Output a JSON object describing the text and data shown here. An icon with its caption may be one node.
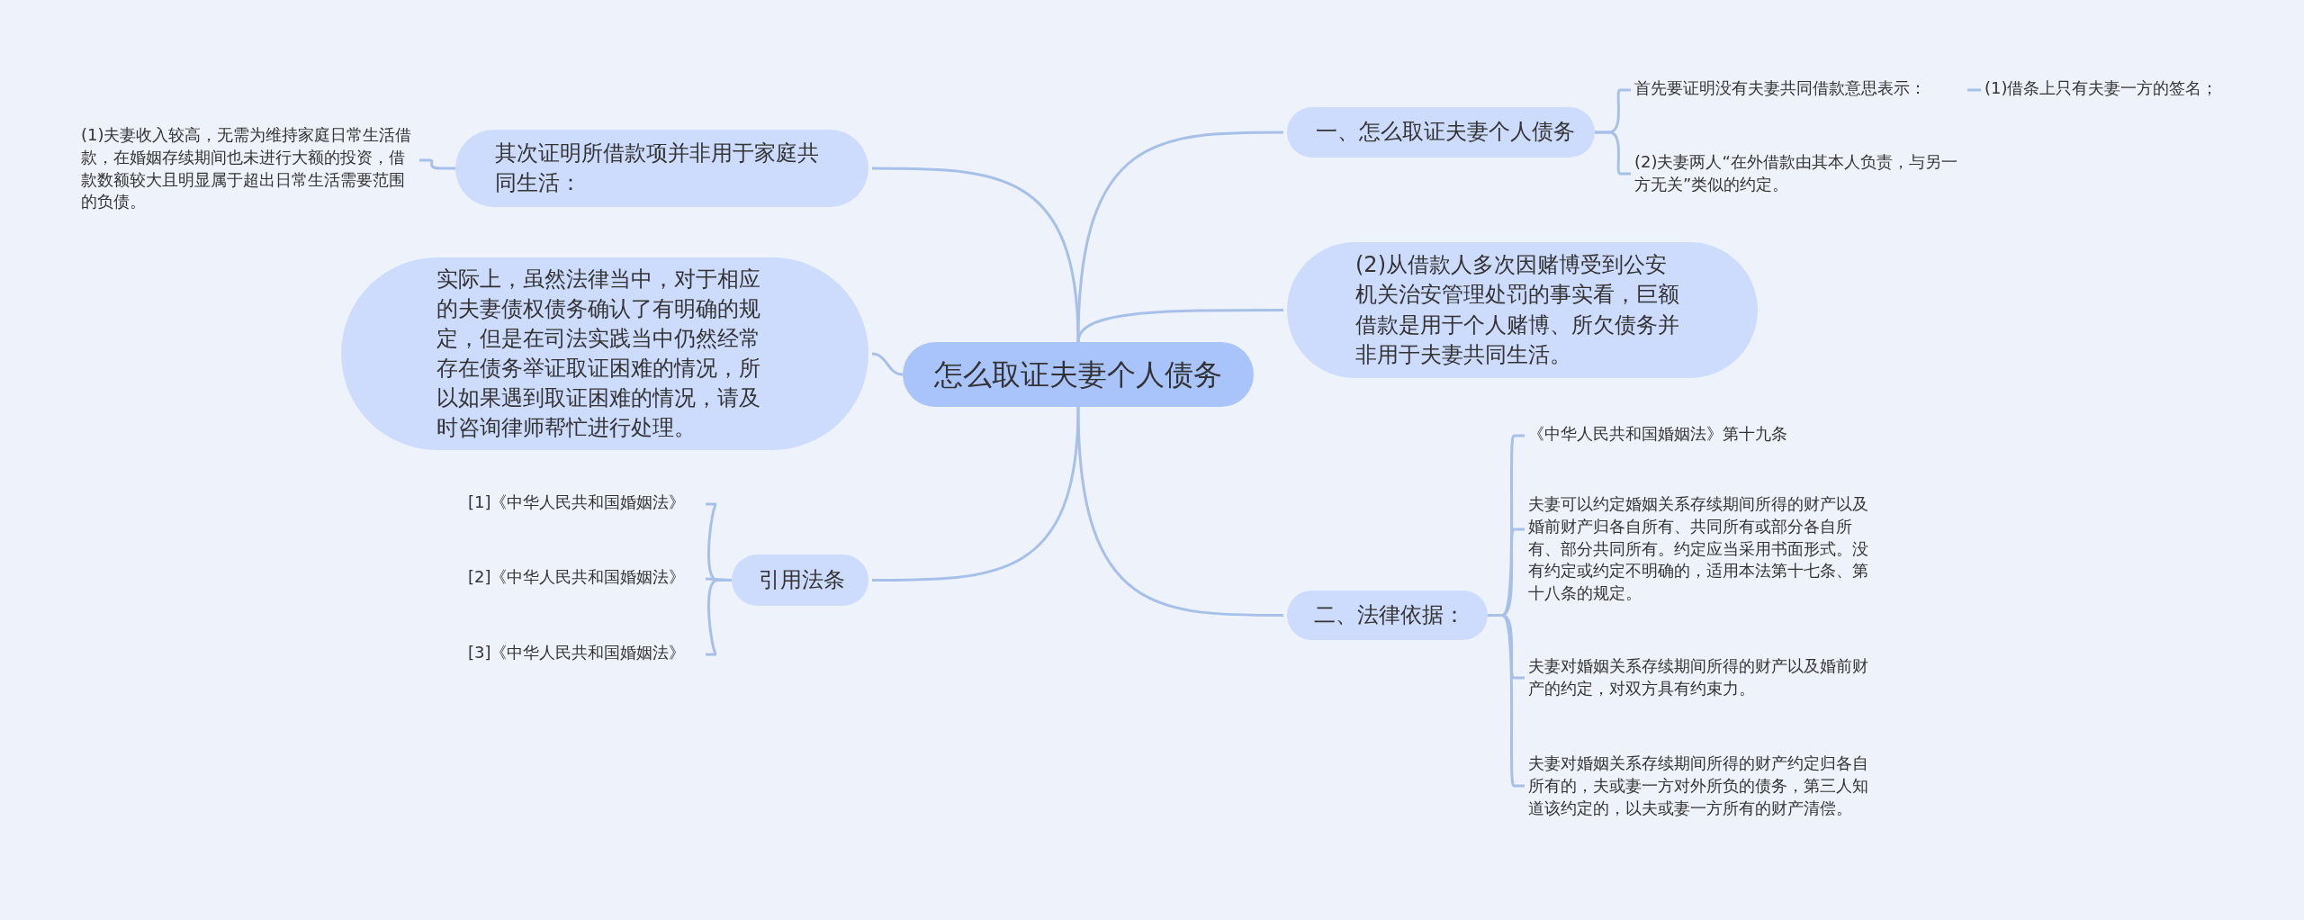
{
  "diagram": {
    "nodes": [
      {
        "text": [
          "怎么取证夫妻个人债务"
        ]
      },
      {
        "text": [
          "一、怎么取证夫妻个人债务"
        ]
      },
      {
        "text": [
          "首先要证明没有夫妻共同借款意思表示："
        ]
      },
      {
        "text": [
          "(1)借条上只有夫妻一方的签名；"
        ]
      },
      {
        "text": [
          "(2)夫妻两人“在外借款由其本人负责，与另一方无关”类似的约定。"
        ]
      },
      {
        "text": [
          "(2)从借款人多次因赌博受到公安机关治安管理处罚的事实看，巨额借款是用于个人赌博、所欠债务并非用于夫妻共同生活。"
        ]
      },
      {
        "text": [
          "二、法律依据："
        ]
      },
      {
        "text": [
          "《中华人民共和国婚姻法》第十九条"
        ]
      },
      {
        "text": [
          "夫妻可以约定婚姻关系存续期间所得的财产以及婚前财产归各自所有、共同所有或部分各自所有、部分共同所有。约定应当采用书面形式。没有约定或约定不明确的，适用本法第十七条、第十八条的规定。"
        ]
      },
      {
        "text": [
          "夫妻对婚姻关系存续期间所得的财产以及婚前财产的约定，对双方具有约束力。"
        ]
      },
      {
        "text": [
          "夫妻对婚姻关系存续期间所得的财产约定归各自所有的，夫或妻一方对外所负的债务，第三人知道该约定的，以夫或妻一方所有的财产清偿。"
        ]
      },
      {
        "text": [
          "其次证明所借款项并非用于家庭共同生活："
        ]
      },
      {
        "text": [
          "(1)夫妻收入较高，无需为维持家庭日常生活借款，在婚姻存续期间也未进行大额的投资，借款数额较大且明显属于超出日常生活需要范围的负债。"
        ]
      },
      {
        "text": [
          "实际上，虽然法律当中，对于相应的夫妻债权债务确认了有明确的规定，但是在司法实践当中仍然经常存在债务举证取证困难的情况，所以如果遇到取证困难的情况，请及时咨询律师帮忙进行处理。"
        ]
      },
      {
        "text": [
          "引用法条"
        ]
      },
      {
        "text": [
          "[1]《中华人民共和国婚姻法》"
        ]
      },
      {
        "text": [
          "[2]《中华人民共和国婚姻法》"
        ]
      },
      {
        "text": [
          "[3]《中华人民共和国婚姻法》"
        ]
      }
    ],
    "edges": [
      {
        "from": 0,
        "to": 1,
        "arrow": "none"
      },
      {
        "from": 1,
        "to": 2,
        "arrow": "none"
      },
      {
        "from": 2,
        "to": 3,
        "arrow": "none"
      },
      {
        "from": 1,
        "to": 4,
        "arrow": "none"
      },
      {
        "from": 0,
        "to": 5,
        "arrow": "none"
      },
      {
        "from": 0,
        "to": 6,
        "arrow": "none"
      },
      {
        "from": 6,
        "to": 7,
        "arrow": "none"
      },
      {
        "from": 6,
        "to": 8,
        "arrow": "none"
      },
      {
        "from": 6,
        "to": 9,
        "arrow": "none"
      },
      {
        "from": 6,
        "to": 10,
        "arrow": "none"
      },
      {
        "from": 0,
        "to": 11,
        "arrow": "none"
      },
      {
        "from": 11,
        "to": 12,
        "arrow": "none"
      },
      {
        "from": 0,
        "to": 13,
        "arrow": "none"
      },
      {
        "from": 0,
        "to": 14,
        "arrow": "none"
      },
      {
        "from": 14,
        "to": 15,
        "arrow": "none"
      },
      {
        "from": 14,
        "to": 16,
        "arrow": "none"
      },
      {
        "from": 14,
        "to": 17,
        "arrow": "none"
      }
    ]
  }
}
